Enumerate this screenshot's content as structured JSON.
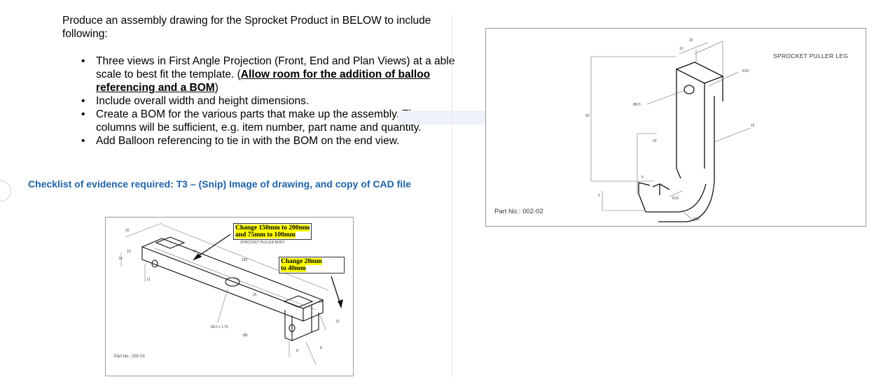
{
  "intro": "Produce an assembly drawing for the Sprocket Product in BELOW to include following:",
  "bullets": [
    {
      "text": "Three views in First Angle Projection (Front, End and Plan Views) at a able"
    },
    {
      "text_before": "scale to best fit the template.  (",
      "bold": "Allow room for the addition of balloo referencing and a BOM",
      "text_after": ")"
    },
    {
      "text": "Include overall width and height dimensions."
    },
    {
      "text": "Create a BOM for the various parts that make up the assembly.  Three columns will be sufficient, e.g. item number, part name and quantity."
    },
    {
      "text": "Add Balloon referencing to tie in with the BOM on the end view."
    }
  ],
  "bullet_symbol": "•",
  "checklist": "Checklist of evidence required: T3 – (Snip) Image of drawing, and copy of CAD file",
  "body_drawing": {
    "title": "SPROCKET PULLER BODY",
    "part_no": "Part No.: 002-01",
    "callout_1": [
      "Change 150mm to 200mm",
      "and 75mm to 100mm"
    ],
    "callout_2": [
      "Change 20mm",
      "to 40mm"
    ],
    "dims": [
      "20",
      "10",
      "75",
      "150",
      "25",
      "10",
      "10",
      "12",
      "15",
      "8",
      "8",
      "M12 x 1.75",
      "Ø6"
    ]
  },
  "leg_drawing": {
    "title": "SPROCKET PULLER LEG",
    "part_no": "Part No.: 002-02",
    "dims": [
      "20",
      "10",
      "R10",
      "Ø6.5",
      "90",
      "20",
      "15",
      "5",
      "5",
      "R10",
      "R30"
    ]
  },
  "colors": {
    "checklist": "#1f63a8",
    "highlight": "#ffff00"
  }
}
